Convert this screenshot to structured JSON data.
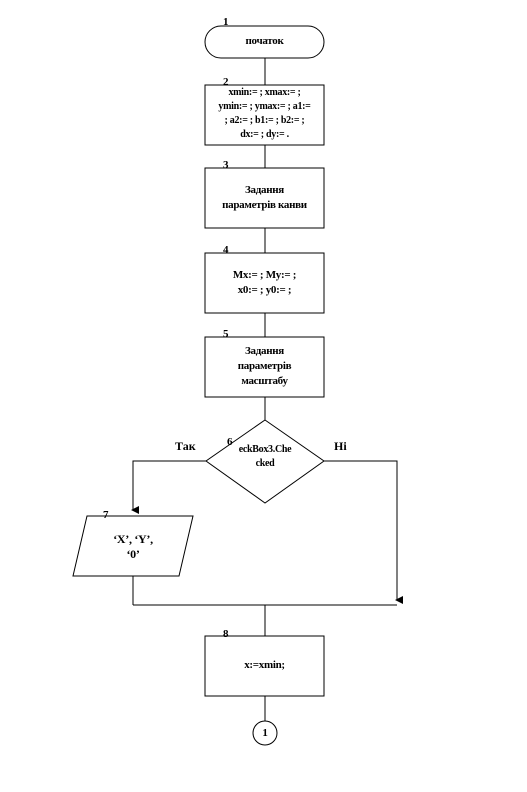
{
  "blocks": [
    {
      "number": "1",
      "shape": "terminator",
      "lines": [
        "початок"
      ]
    },
    {
      "number": "2",
      "shape": "process",
      "lines": [
        "xmin:= ; xmax:= ;",
        "ymin:= ; ymax:= ; a1:=",
        "; a2:= ; b1:= ; b2:= ;",
        "dx:= ;  dy:= ."
      ]
    },
    {
      "number": "3",
      "shape": "process",
      "lines": [
        "Задання",
        "параметрів канви"
      ]
    },
    {
      "number": "4",
      "shape": "process",
      "lines": [
        "Mx:= ; My:= ;",
        "x0:= ; y0:= ;"
      ]
    },
    {
      "number": "5",
      "shape": "process",
      "lines": [
        "Задання",
        "параметрів",
        "масштабу"
      ]
    },
    {
      "number": "6",
      "shape": "decision",
      "lines": [
        "eckBox3.Che",
        "cked"
      ]
    },
    {
      "number": "7",
      "shape": "io",
      "lines": [
        "‘X’, ‘Y’,",
        "‘0’"
      ]
    },
    {
      "number": "8",
      "shape": "process",
      "lines": [
        "x:=xmin;"
      ]
    }
  ],
  "branches": {
    "yes": "Так",
    "no": "Ні"
  },
  "connector": {
    "label": "1"
  }
}
